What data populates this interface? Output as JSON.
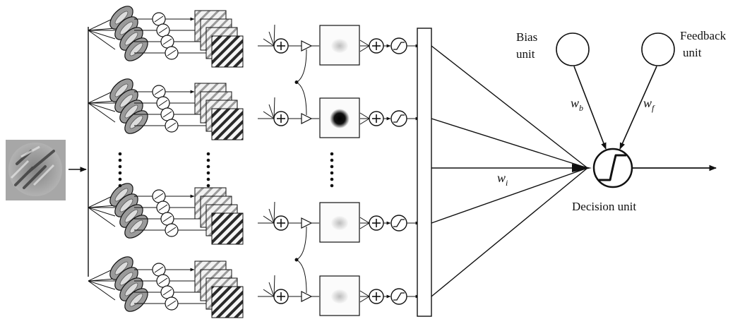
{
  "labels": {
    "bias_unit": [
      "Bias",
      "unit"
    ],
    "feedback_unit": [
      "Feedback",
      "unit"
    ],
    "decision_unit": "Decision unit",
    "w_b": {
      "base": "w",
      "sub": "b"
    },
    "w_f": {
      "base": "w",
      "sub": "f"
    },
    "w_i": {
      "base": "w",
      "sub": "i"
    }
  },
  "channels": [
    {
      "output_unit_fill": "#b8b8b8",
      "pooled_response": "faint blob"
    },
    {
      "output_unit_fill": "#000000",
      "pooled_response": "dark blob"
    },
    {
      "output_unit_fill": "#ffffff",
      "pooled_response": "faint blob"
    },
    {
      "output_unit_fill": "#9a9a9a",
      "pooled_response": "faint blob"
    }
  ],
  "colors": {
    "line": "#111111",
    "ellipse_fill": "#9a9a9a",
    "stimulus_bg": "#a7a7a7"
  }
}
